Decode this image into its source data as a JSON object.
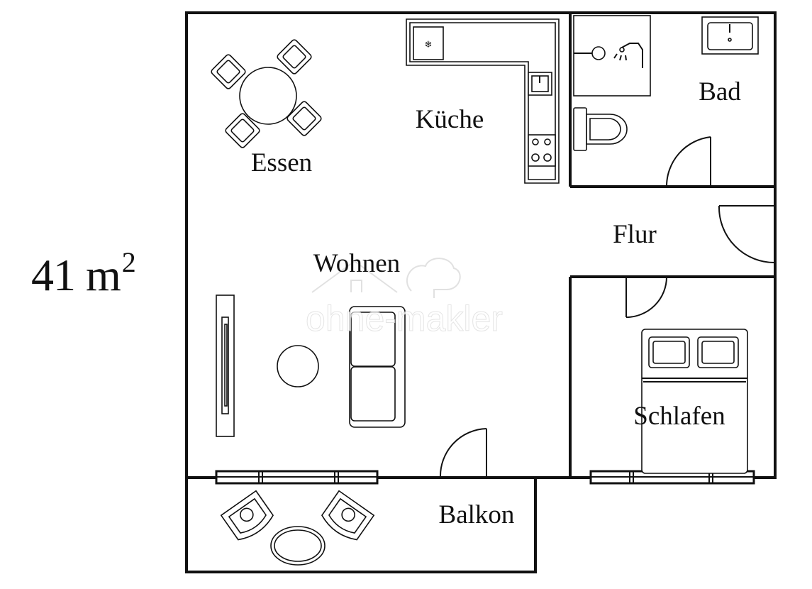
{
  "area": {
    "value": "41 m",
    "sup": "2"
  },
  "rooms": {
    "essen": "Essen",
    "kueche": "Küche",
    "bad": "Bad",
    "flur": "Flur",
    "wohnen": "Wohnen",
    "schlafen": "Schlafen",
    "balkon": "Balkon"
  },
  "watermark": {
    "text": "ohne-makler"
  },
  "icons": {
    "fridge": "snowflake",
    "shower": "shower-head"
  }
}
